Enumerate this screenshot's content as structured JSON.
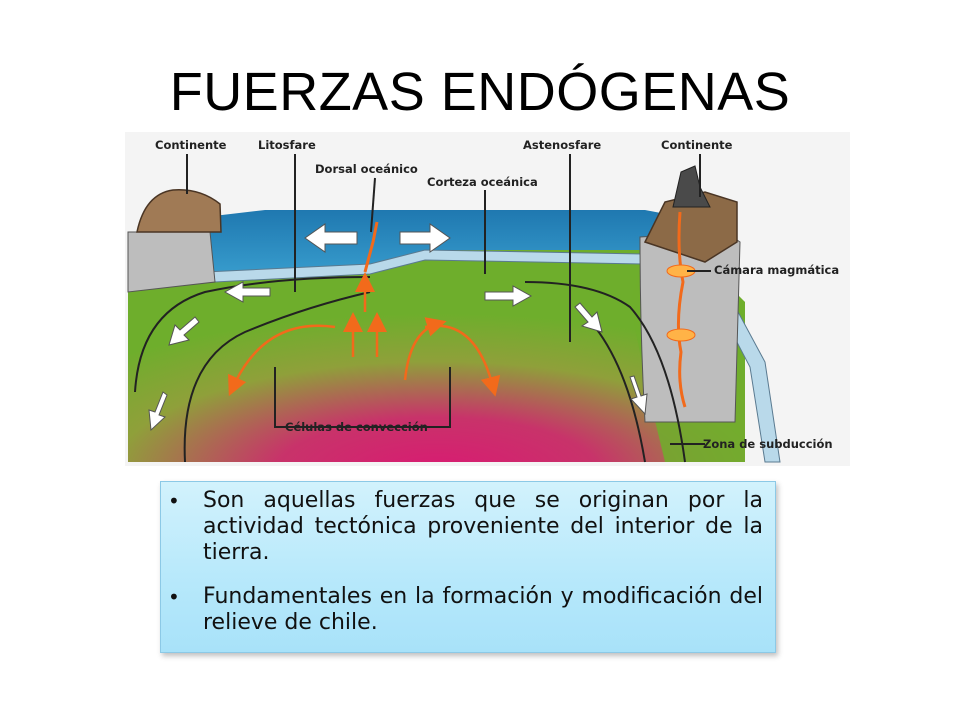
{
  "title": "FUERZAS ENDÓGENAS",
  "diagram": {
    "labels": {
      "continente_left": "Continente",
      "litosfare": "Litosfare",
      "dorsal": "Dorsal oceánico",
      "corteza": "Corteza oceánica",
      "astenosfare": "Astenosfare",
      "continente_right": "Continente",
      "camara": "Cámara magmática",
      "celulas": "Células de convección",
      "zona": "Zona de subducción"
    },
    "colors": {
      "ocean": "#2d8fc3",
      "mantle_green": "#6eae2c",
      "mantle_magenta": "#d91a72",
      "rock_brown": "#a07a55",
      "crust_blue": "#b9d9ea",
      "magma": "#f26a1b"
    }
  },
  "bullets": [
    "Son aquellas fuerzas que se originan por la actividad tectónica proveniente del interior de la tierra.",
    "Fundamentales en la formación y modificación del relieve de chile."
  ]
}
